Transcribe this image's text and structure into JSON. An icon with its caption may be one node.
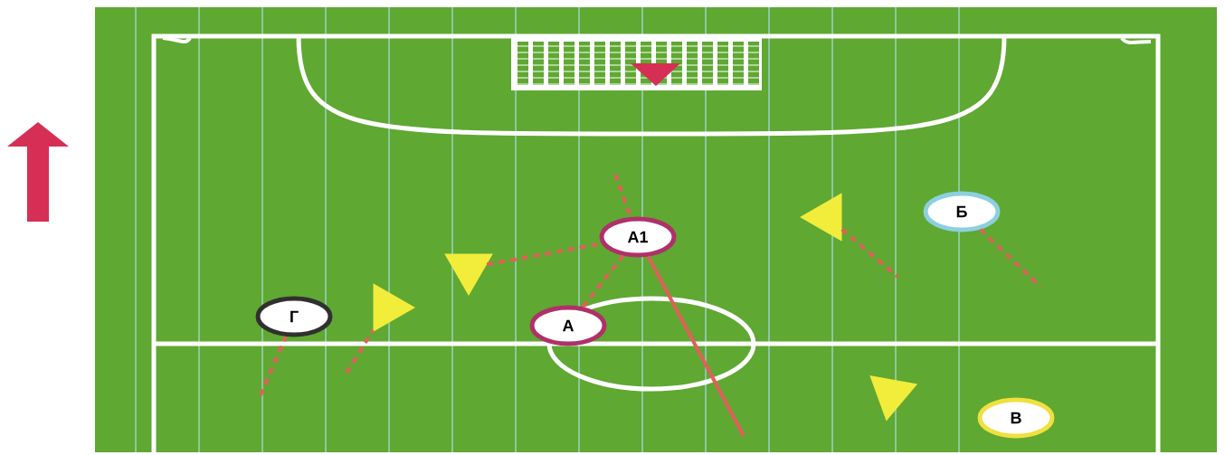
{
  "diagram": {
    "nodes": [
      {
        "text": [
          "Г"
        ]
      },
      {
        "text": [
          "А"
        ]
      },
      {
        "text": [
          "А1"
        ]
      },
      {
        "text": [
          "Б"
        ]
      },
      {
        "text": [
          "В"
        ]
      },
      {
        "text": [],
        "shape": "triangle"
      },
      {
        "text": [],
        "shape": "triangle"
      },
      {
        "text": [],
        "shape": "triangle"
      },
      {
        "text": [],
        "shape": "triangle"
      }
    ],
    "edges": [
      {
        "from": null,
        "to": 0,
        "arrow": "none",
        "style": "dashed"
      },
      {
        "from": null,
        "to": 5,
        "arrow": "none",
        "style": "dashed"
      },
      {
        "from": 6,
        "to": 2,
        "arrow": "none",
        "style": "dashed"
      },
      {
        "from": 1,
        "to": 2,
        "arrow": "none",
        "style": "dashed"
      },
      {
        "from": 2,
        "to": null,
        "arrow": "none"
      },
      {
        "from": null,
        "to": 2,
        "arrow": "none",
        "style": "dashed"
      },
      {
        "from": 7,
        "to": null,
        "arrow": "none",
        "style": "dashed"
      },
      {
        "from": 3,
        "to": null,
        "arrow": "none",
        "style": "dashed"
      }
    ]
  }
}
